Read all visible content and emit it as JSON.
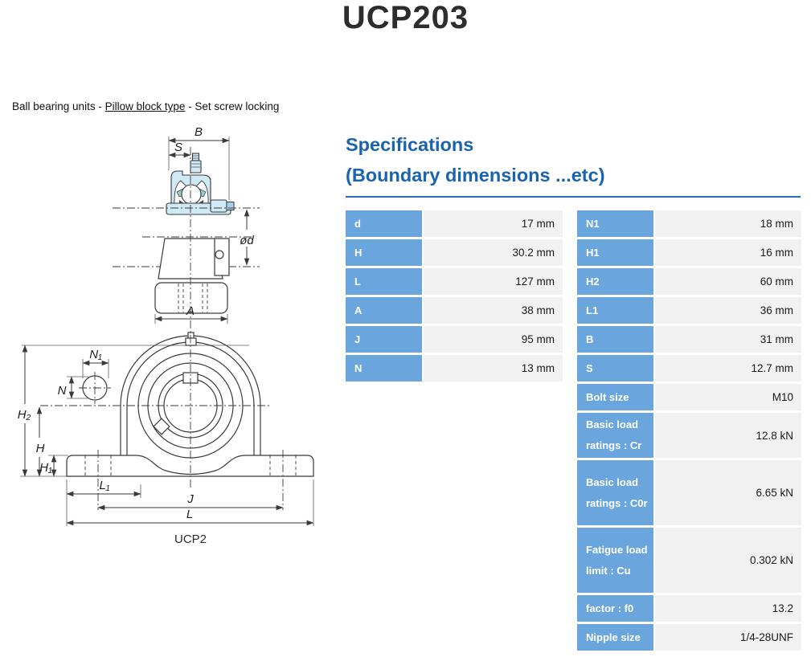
{
  "page": {
    "title": "UCP203",
    "breadcrumb": {
      "prefix": "Ball bearing units - ",
      "link": "Pillow block type",
      "suffix": " - Set screw locking"
    }
  },
  "specs": {
    "heading_line1": "Specifications",
    "heading_line2": "(Boundary dimensions ...etc)"
  },
  "left_table": {
    "rows": [
      {
        "label": "d",
        "value": "17 mm"
      },
      {
        "label": "H",
        "value": "30.2 mm"
      },
      {
        "label": "L",
        "value": "127 mm"
      },
      {
        "label": "A",
        "value": "38 mm"
      },
      {
        "label": "J",
        "value": "95 mm"
      },
      {
        "label": "N",
        "value": "13 mm"
      }
    ]
  },
  "right_table": {
    "rows": [
      {
        "label": "N1",
        "value": "18 mm"
      },
      {
        "label": "H1",
        "value": "16 mm"
      },
      {
        "label": "H2",
        "value": "60 mm"
      },
      {
        "label": "L1",
        "value": "36 mm"
      },
      {
        "label": "B",
        "value": "31 mm"
      },
      {
        "label": "S",
        "value": "12.7 mm"
      },
      {
        "label": "Bolt size",
        "value": "M10"
      },
      {
        "label": "Basic load ratings : Cr",
        "value": "12.8 kN"
      },
      {
        "label": "Basic load ratings : C0r",
        "value": "6.65 kN"
      },
      {
        "label": "Fatigue load limit : Cu",
        "value": "0.302 kN"
      },
      {
        "label": "factor : f0",
        "value": "13.2"
      },
      {
        "label": "Nipple size",
        "value": "1/4-28UNF"
      }
    ]
  },
  "drawing": {
    "caption": "UCP2",
    "labels": {
      "B": "B",
      "S": "S",
      "od": "ød",
      "A": "A",
      "N1": "N₁",
      "N": "N",
      "H2": "H₂",
      "H": "H",
      "H1": "H₁",
      "L1": "L₁",
      "J": "J",
      "L": "L"
    }
  },
  "colors": {
    "heading_blue": "#1a63ae",
    "rule_blue": "#2a6cb5",
    "table_header_blue": "#6aa6dd",
    "table_value_bg": "#f1f1f1",
    "drawing_fill_blue": "#cfe9f5",
    "drawing_accent_teal": "#8fd0cc"
  }
}
